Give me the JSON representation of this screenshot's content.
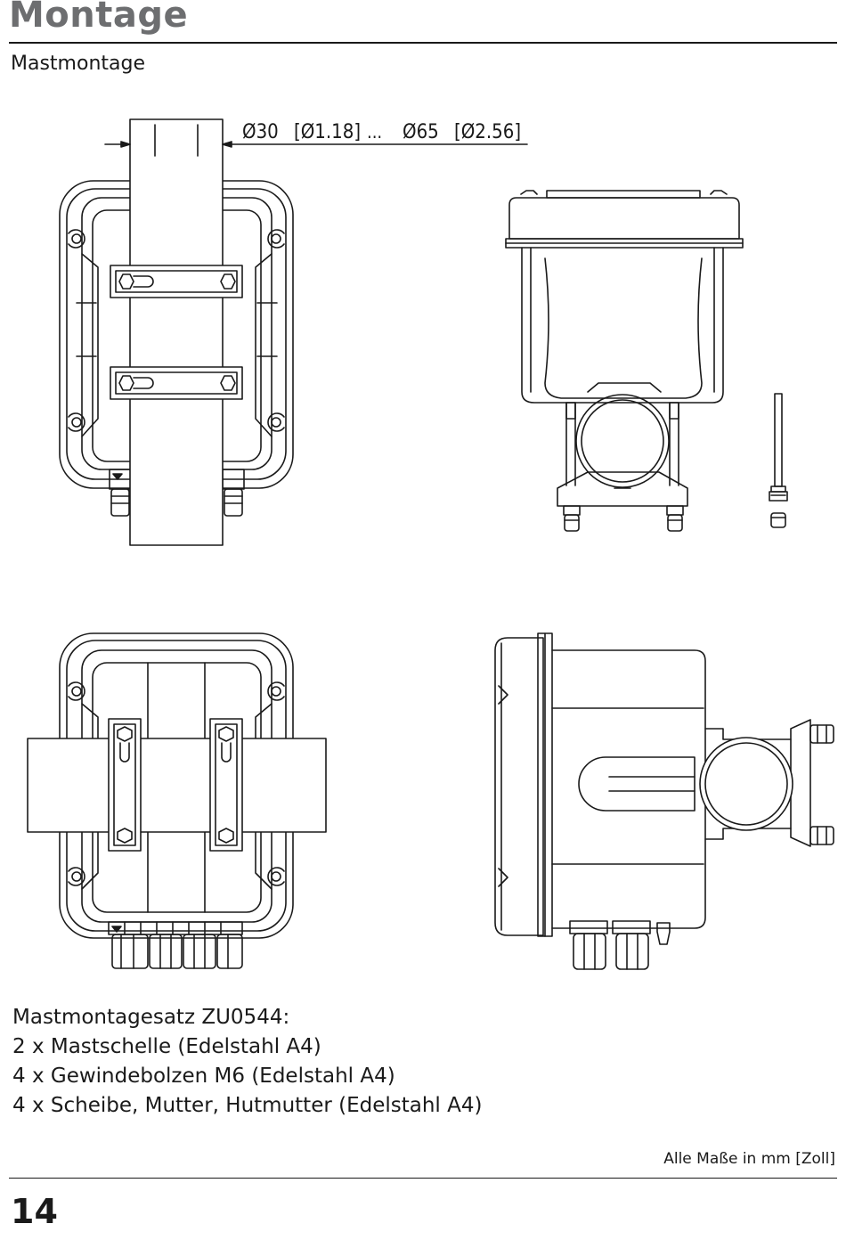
{
  "header": {
    "title": "Montage",
    "subtitle": "Mastmontage"
  },
  "dimension": {
    "min_diameter": "30",
    "min_inch": "[Ø1.18]",
    "ellipsis": "...",
    "max_diameter": "65",
    "max_inch": "[Ø2.56]"
  },
  "kit": {
    "heading": "Mastmontagesatz ZU0544:",
    "items": [
      "2 x Mastschelle (Edelstahl A4)",
      "4 x Gewindebolzen M6 (Edelstahl A4)",
      "4 x Scheibe, Mutter, Hutmutter (Edelstahl A4)"
    ]
  },
  "footer": {
    "units_note": "Alle Maße in mm [Zoll]",
    "page_number": "14"
  }
}
